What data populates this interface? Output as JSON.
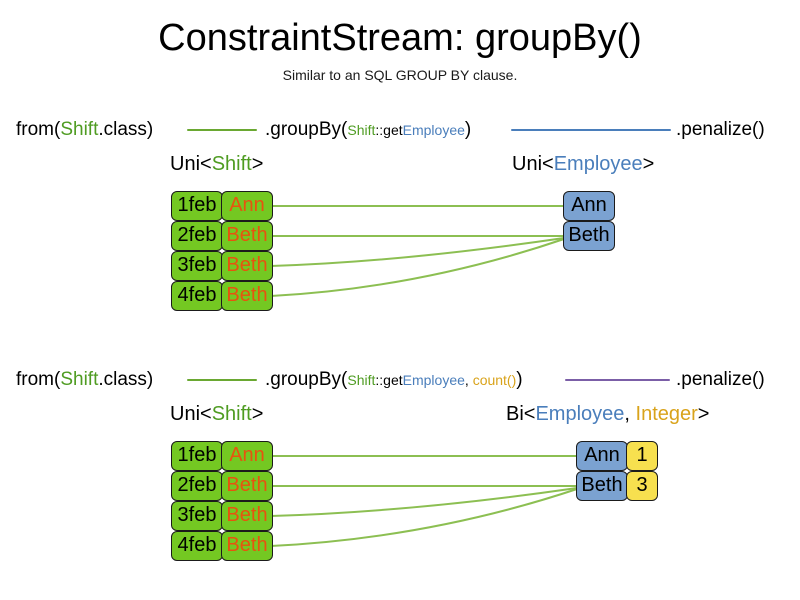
{
  "header": {
    "title": "ConstraintStream: groupBy()",
    "subtitle": "Similar to an SQL GROUP BY clause."
  },
  "colors": {
    "green_fact": "#74c822",
    "blue_fact": "#7ba2d1",
    "yellow_fact": "#f7e04f",
    "token_green": "#4f9c22",
    "token_blue": "#4a7ebb",
    "token_gold": "#d9a31b",
    "text_orange": "#e8530f",
    "line_green": "#6aa832",
    "line_blue": "#4a7ebb",
    "line_purple": "#7b5ea7",
    "link_green": "#8cbf52",
    "border": "#1b1b1b"
  },
  "sections": [
    {
      "id": "section-1",
      "code": {
        "from_open": "from(",
        "from_type": "Shift",
        "from_close": ".class)",
        "groupby_open": ".groupBy(",
        "groupby_type": "Shift",
        "groupby_accessor": "::get",
        "groupby_property": "Employee",
        "groupby_close": ")",
        "terminal": ".penalize()",
        "connector_left_color": "#6aa832",
        "connector_right_color": "#4a7ebb"
      },
      "left_caption": {
        "prefix": "Uni<",
        "type": "Shift",
        "suffix": ">"
      },
      "right_caption": {
        "prefix": "Uni<",
        "type": "Employee",
        "suffix": ">"
      },
      "left_rows": [
        {
          "date": "1feb",
          "employee": "Ann"
        },
        {
          "date": "2feb",
          "employee": "Beth"
        },
        {
          "date": "3feb",
          "employee": "Beth"
        },
        {
          "date": "4feb",
          "employee": "Beth"
        }
      ],
      "right_rows": [
        {
          "employee": "Ann"
        },
        {
          "employee": "Beth"
        }
      ]
    },
    {
      "id": "section-2",
      "code": {
        "from_open": "from(",
        "from_type": "Shift",
        "from_close": ".class)",
        "groupby_open": ".groupBy(",
        "groupby_type": "Shift",
        "groupby_accessor": "::get",
        "groupby_property": "Employee",
        "groupby_separator": ", ",
        "groupby_collector": "count()",
        "groupby_close": ")",
        "terminal": ".penalize()",
        "connector_left_color": "#6aa832",
        "connector_right_color": "#7b5ea7"
      },
      "left_caption": {
        "prefix": "Uni<",
        "type": "Shift",
        "suffix": ">"
      },
      "right_caption": {
        "prefix": "Bi<",
        "type": "Employee",
        "separator": ", ",
        "type2": "Integer",
        "suffix": ">"
      },
      "left_rows": [
        {
          "date": "1feb",
          "employee": "Ann"
        },
        {
          "date": "2feb",
          "employee": "Beth"
        },
        {
          "date": "3feb",
          "employee": "Beth"
        },
        {
          "date": "4feb",
          "employee": "Beth"
        }
      ],
      "right_rows": [
        {
          "employee": "Ann",
          "count": "1"
        },
        {
          "employee": "Beth",
          "count": "3"
        }
      ]
    }
  ]
}
